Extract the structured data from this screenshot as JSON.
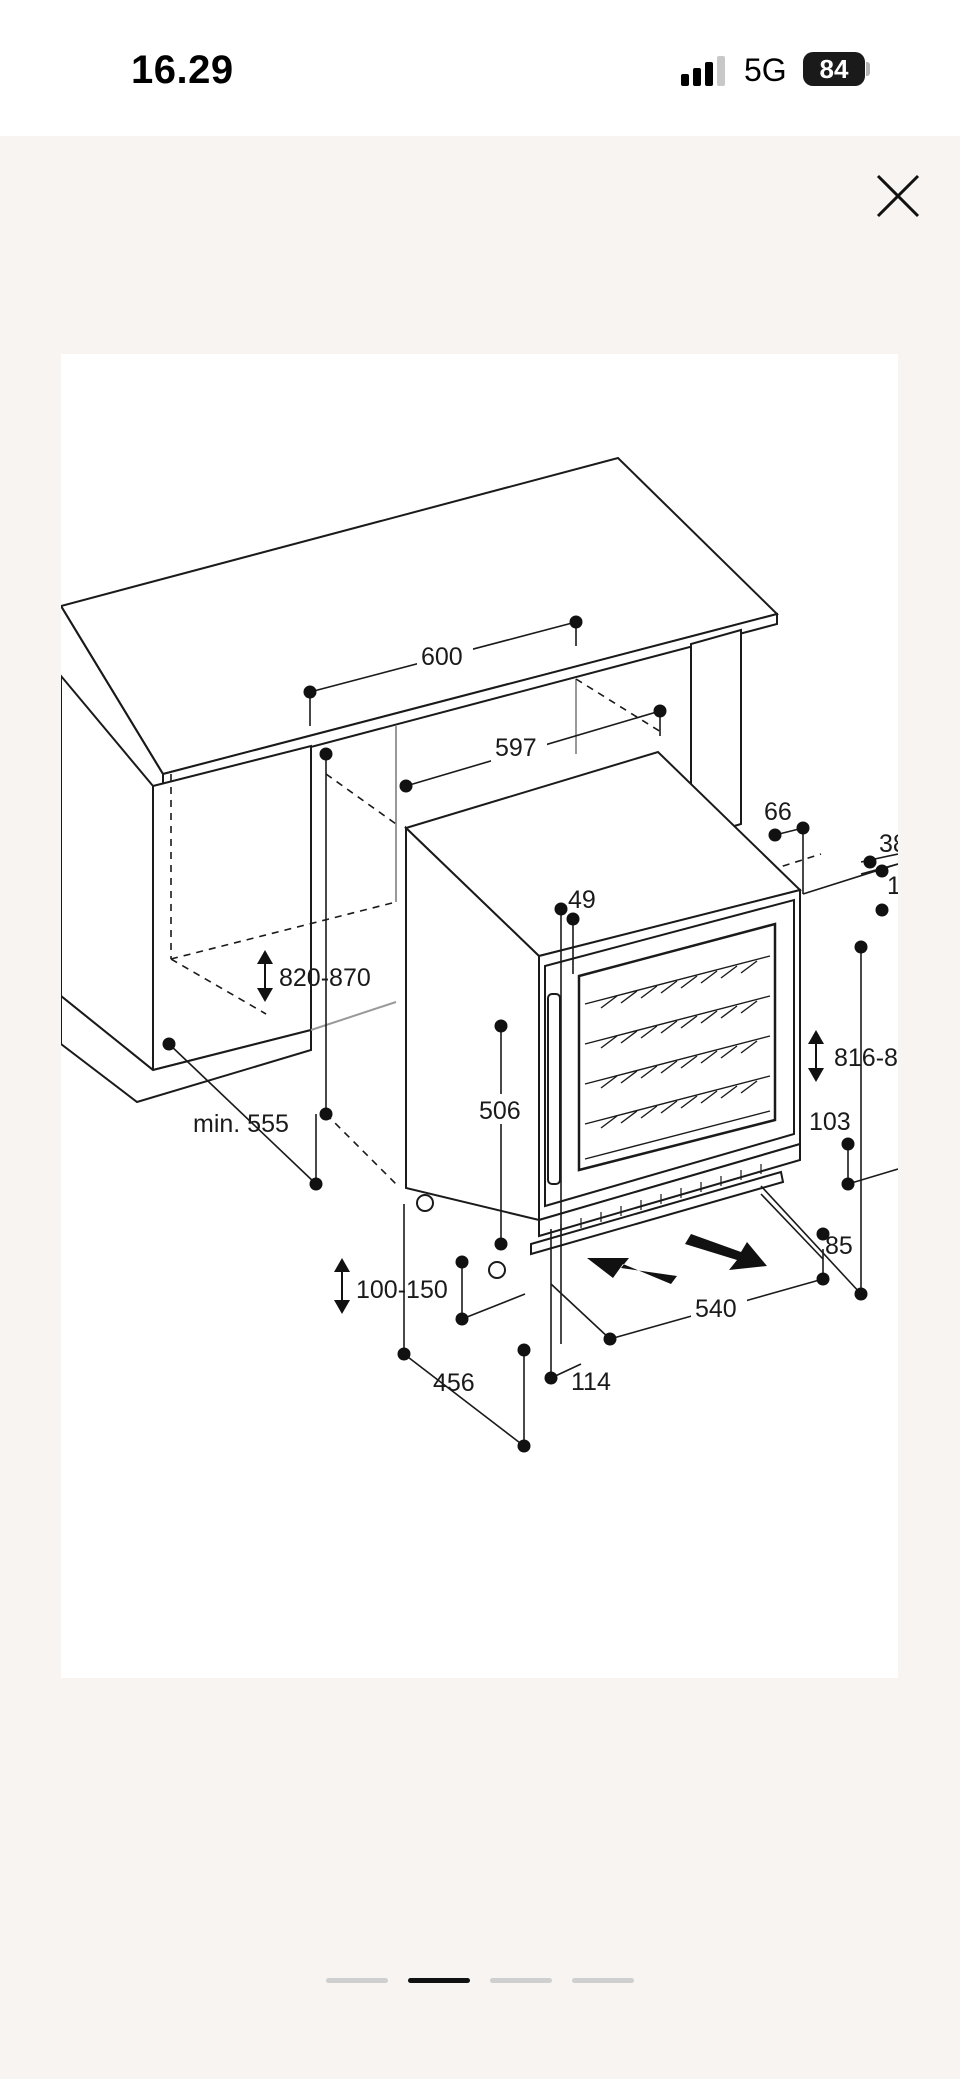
{
  "status_bar": {
    "time": "16.29",
    "network": "5G",
    "battery": "84",
    "signal_bars": 3
  },
  "viewer": {
    "close_icon": "close-icon",
    "page_indicator": {
      "count": 4,
      "active_index": 1
    }
  },
  "diagram": {
    "dimensions": {
      "d600": "600",
      "d597": "597",
      "d66": "66",
      "d38": "38",
      "d1": "1",
      "d49": "49",
      "d820_870": "820-870",
      "d816": "816-8",
      "d506": "506",
      "min555": "min. 555",
      "d103": "103",
      "d85": "85",
      "d100_150": "100-150",
      "d540": "540",
      "d456": "456",
      "d114": "114"
    }
  }
}
